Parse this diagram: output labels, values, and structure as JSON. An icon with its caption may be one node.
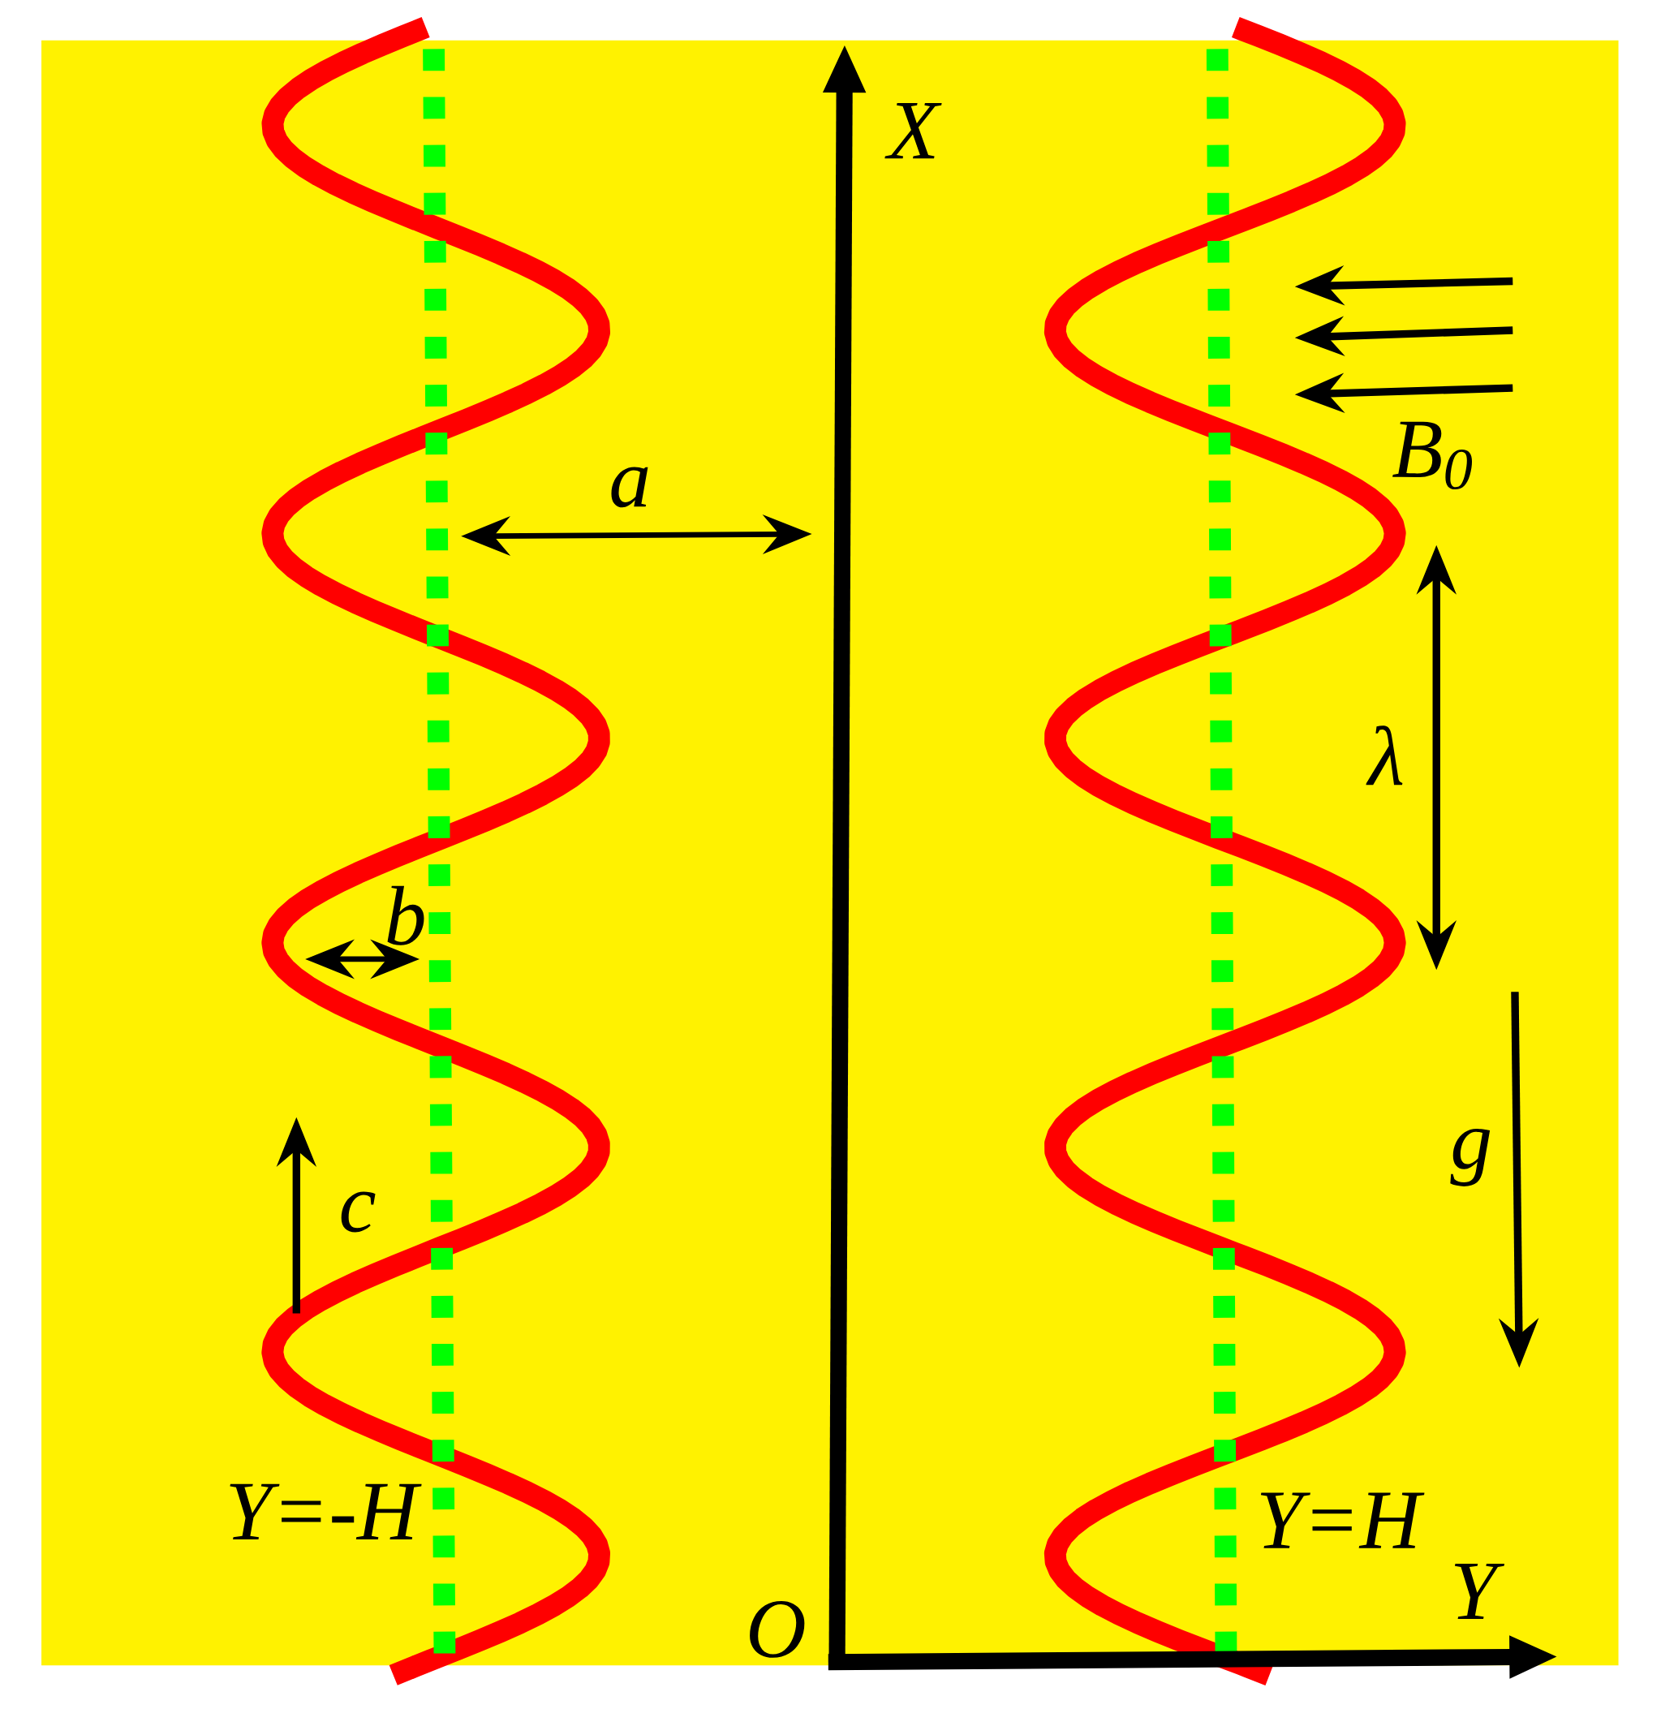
{
  "diagram": {
    "labels": [
      "X",
      "a",
      "B$_{0}$",
      "λ",
      "b",
      "g",
      "c",
      "Y=-H",
      "Y=H",
      "Y",
      "O"
    ]
  }
}
